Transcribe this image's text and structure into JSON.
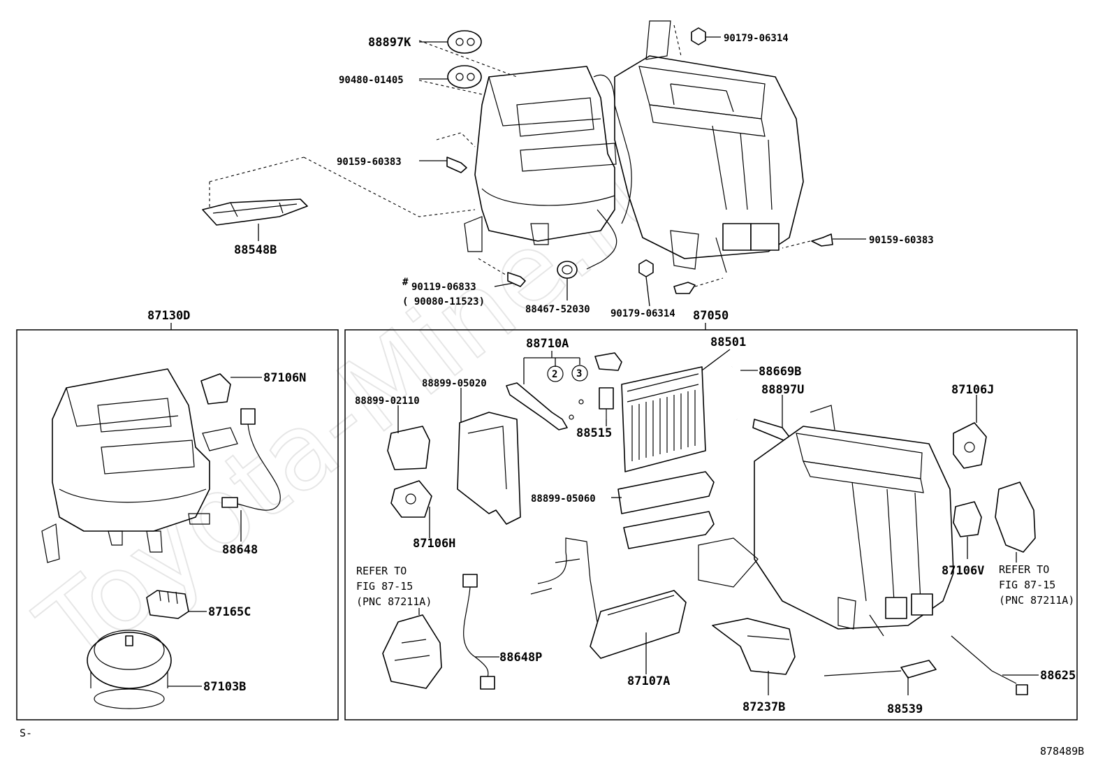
{
  "watermark": "Toyota-Mine.ru",
  "labels": {
    "l88897K": "88897K",
    "l90480": "90480-01405",
    "l90179a": "90179-06314",
    "l90159a": "90159-60383",
    "l88548B": "88548B",
    "l90159b": "90159-60383",
    "l90119_mark": "#",
    "l90119": "90119-06833",
    "l90080": "( 90080-11523)",
    "l88467": "88467-52030",
    "l90179b": "90179-06314",
    "l87130D": "87130D",
    "l87050": "87050",
    "l87106N": "87106N",
    "l88648": "88648",
    "l87165C": "87165C",
    "l87103B": "87103B",
    "l88710A": "88710A",
    "l88501": "88501",
    "l88669B": "88669B",
    "l88897U": "88897U",
    "l88899_05020": "88899-05020",
    "l88899_02110": "88899-02110",
    "l88515": "88515",
    "l87106J": "87106J",
    "l88899_05060": "88899-05060",
    "l87106H": "87106H",
    "l87106V": "87106V",
    "l88648P": "88648P",
    "l87107A": "87107A",
    "l87237B": "87237B",
    "l88539": "88539",
    "l88625": "88625",
    "circle2": "2",
    "circle3": "3",
    "refer_left_1": "REFER TO",
    "refer_left_2": "FIG 87-15",
    "refer_left_3": "(PNC 87211A)",
    "refer_right_1": "REFER TO",
    "refer_right_2": "FIG 87-15",
    "refer_right_3": "(PNC 87211A)",
    "footer_left": "S-",
    "footer_right": "878489B"
  }
}
